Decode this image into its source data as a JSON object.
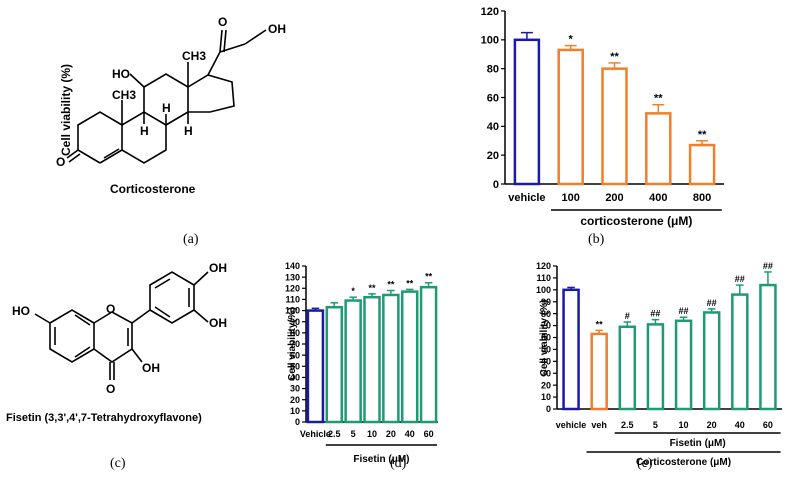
{
  "panels": {
    "a": {
      "letter": "(a)",
      "compound": "Corticosterone",
      "atoms": {
        "ho": "HO",
        "oh": "OH",
        "h1": "H",
        "h2": "H",
        "h3": "H",
        "ch3a": "CH3",
        "ch3b": "CH3",
        "o1": "O",
        "o2": "O"
      }
    },
    "b": {
      "letter": "(b)"
    },
    "c": {
      "letter": "(c)",
      "compound": "Fisetin (3,3',4',7-Tetrahydroxyflavone)",
      "atoms": {
        "ho": "HO",
        "oh1": "OH",
        "oh2": "OH",
        "oh3": "OH",
        "o1": "O",
        "o2": "O"
      }
    },
    "d": {
      "letter": "(d)"
    },
    "e": {
      "letter": "(e)"
    }
  },
  "chart_data": [
    {
      "id": "b",
      "type": "bar",
      "ylabel": "Cell viability (%)",
      "ylim": [
        0,
        120
      ],
      "yticks": [
        0,
        20,
        40,
        60,
        80,
        100,
        120
      ],
      "categories": [
        "vehicle",
        "100",
        "200",
        "400",
        "800"
      ],
      "values": [
        100,
        93,
        80,
        49,
        27
      ],
      "errors": [
        5,
        3,
        4,
        6,
        3
      ],
      "colors": [
        "#1a1aa6",
        "#f07f2a",
        "#f07f2a",
        "#f07f2a",
        "#f07f2a"
      ],
      "significance": [
        "",
        "*",
        "**",
        "**",
        "**"
      ],
      "group_labels": [
        {
          "text": "corticosterone (μM)",
          "from": 1,
          "to": 4
        }
      ]
    },
    {
      "id": "d",
      "type": "bar",
      "ylabel": "Cell viability(%)",
      "ylim": [
        0,
        140
      ],
      "yticks": [
        0,
        10,
        20,
        30,
        40,
        50,
        60,
        70,
        80,
        90,
        100,
        110,
        120,
        130,
        140
      ],
      "categories": [
        "Vehicle",
        "2.5",
        "5",
        "10",
        "20",
        "40",
        "60"
      ],
      "values": [
        100,
        103,
        109,
        112,
        114,
        117,
        121
      ],
      "errors": [
        2,
        4,
        3,
        3,
        4,
        2,
        4
      ],
      "colors": [
        "#1a1aa6",
        "#1f9a75",
        "#1f9a75",
        "#1f9a75",
        "#1f9a75",
        "#1f9a75",
        "#1f9a75"
      ],
      "significance": [
        "",
        "",
        "*",
        "**",
        "**",
        "**",
        "**"
      ],
      "group_labels": [
        {
          "text": "Fisetin (μM)",
          "from": 1,
          "to": 6
        }
      ]
    },
    {
      "id": "e",
      "type": "bar",
      "ylabel": "Cell viability (%)",
      "ylim": [
        0,
        120
      ],
      "yticks": [
        0,
        10,
        20,
        30,
        40,
        50,
        60,
        70,
        80,
        90,
        100,
        110,
        120
      ],
      "categories": [
        "vehicle",
        "veh",
        "2.5",
        "5",
        "10",
        "20",
        "40",
        "60"
      ],
      "values": [
        100,
        63,
        69,
        71,
        74,
        81,
        96,
        104
      ],
      "errors": [
        2,
        3,
        4,
        4,
        3,
        3,
        8,
        11
      ],
      "colors": [
        "#1a1aa6",
        "#f07f2a",
        "#1f9a75",
        "#1f9a75",
        "#1f9a75",
        "#1f9a75",
        "#1f9a75",
        "#1f9a75"
      ],
      "significance": [
        "",
        "**",
        "#",
        "##",
        "##",
        "##",
        "##",
        "##"
      ],
      "group_labels": [
        {
          "text": "Fisetin (μM)",
          "from": 2,
          "to": 7
        },
        {
          "text": "Corticosterone (μM)",
          "from": 1,
          "to": 7
        }
      ]
    }
  ]
}
